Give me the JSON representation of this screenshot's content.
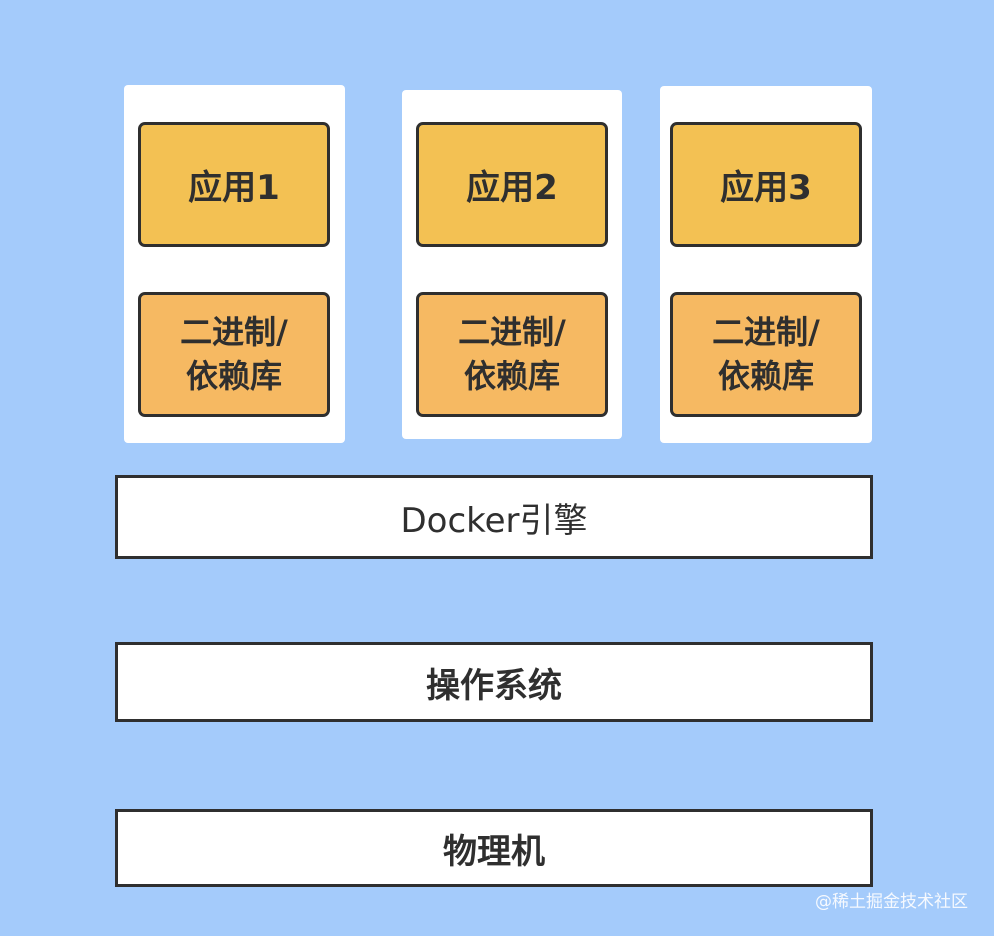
{
  "diagram": {
    "containers": [
      {
        "app": "应用1",
        "lib_line1": "二进制/",
        "lib_line2": "依赖库"
      },
      {
        "app": "应用2",
        "lib_line1": "二进制/",
        "lib_line2": "依赖库"
      },
      {
        "app": "应用3",
        "lib_line1": "二进制/",
        "lib_line2": "依赖库"
      }
    ],
    "layers": {
      "engine": "Docker引擎",
      "os": "操作系统",
      "hardware": "物理机"
    }
  },
  "watermark": "@稀土掘金技术社区",
  "colors": {
    "background": "#a4cbfb",
    "app": "#f3c153",
    "lib": "#f6b962",
    "border": "#2f2f2f"
  }
}
